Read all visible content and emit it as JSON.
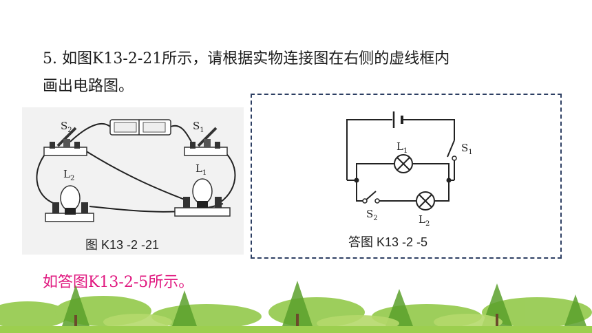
{
  "question": {
    "number": "5.",
    "text_line1": "如图K13-2-21所示，请根据实物连接图在右侧的虚线框内",
    "text_line2": "画出电路图。"
  },
  "figure_left": {
    "caption": "图 K13 -2 -21",
    "labels": {
      "s2": "S",
      "s2_sub": "2",
      "s1": "S",
      "s1_sub": "1",
      "l2": "L",
      "l2_sub": "2",
      "l1": "L",
      "l1_sub": "1"
    }
  },
  "figure_right": {
    "caption": "答图 K13 -2 -5",
    "labels": {
      "l1": "L",
      "l1_sub": "1",
      "s1": "S",
      "s1_sub": "1",
      "s2": "S",
      "s2_sub": "2",
      "l2": "L",
      "l2_sub": "2"
    }
  },
  "answer": "如答图K13-2-5所示。",
  "colors": {
    "answer": "#e0177f",
    "dash_border": "#2c3e62",
    "foliage": "#8cc63f"
  }
}
